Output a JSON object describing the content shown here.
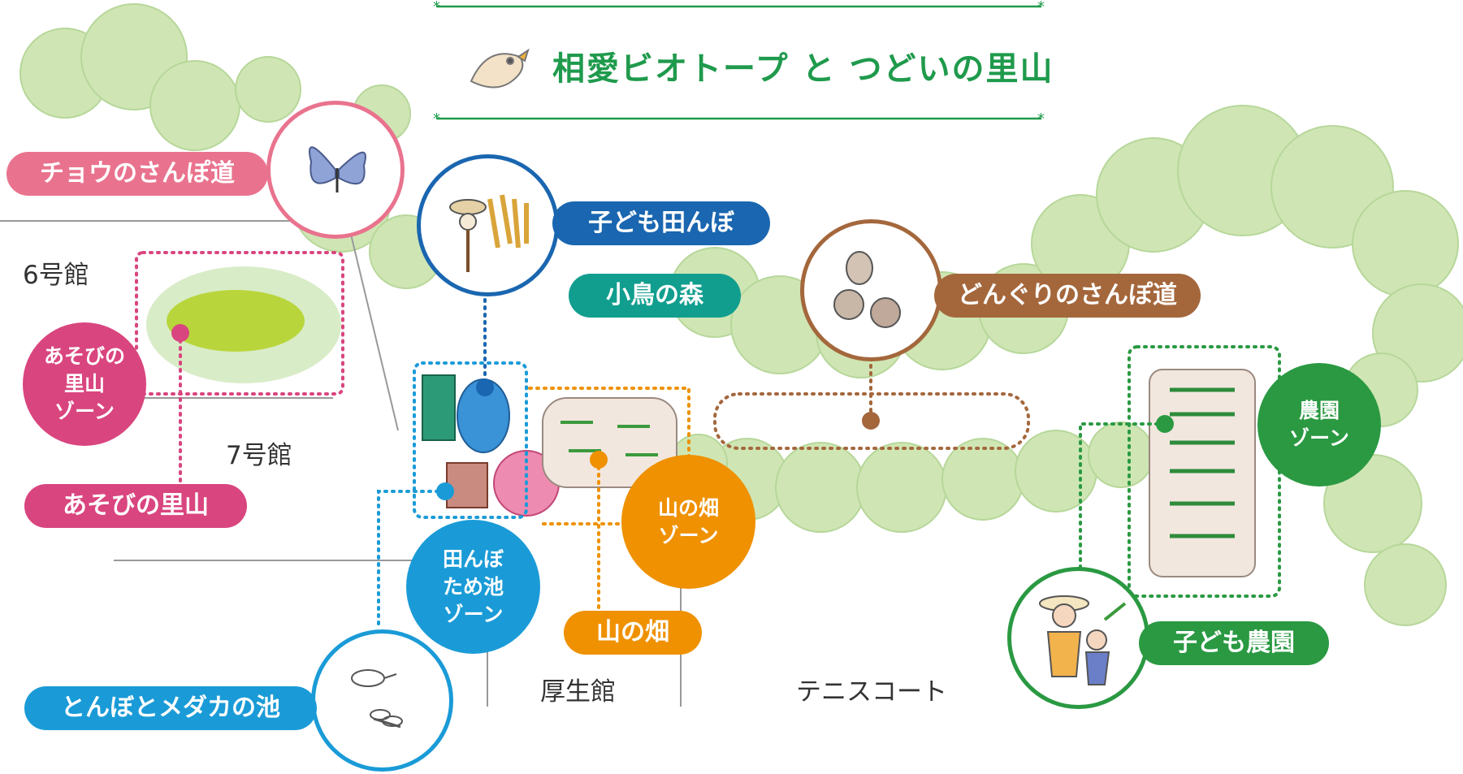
{
  "title": "相愛ビオトープ と つどいの里山",
  "colors": {
    "pink": "#e9738e",
    "magenta": "#d9457f",
    "dark_blue": "#1a66b0",
    "light_blue": "#1a9bd7",
    "teal": "#119e8f",
    "brown": "#a4673c",
    "orange": "#ef9100",
    "green": "#2a9942",
    "title_green": "#1f9a4c"
  },
  "labels": {
    "butterfly_path": "チョウのさんぽ道",
    "kids_rice_field": "子ども田んぼ",
    "bird_forest": "小鳥の森",
    "acorn_path": "どんぐりのさんぽ道",
    "play_satoyama": "あそびの里山",
    "mountain_field": "山の畑",
    "kids_farm": "子ども農園",
    "dragonfly_pond": "とんぼとメダカの池"
  },
  "zones": {
    "play": "あそびの\n里山\nゾーン",
    "pond": "田んぼ\nため池\nゾーン",
    "mountain": "山の畑\nゾーン",
    "farm": "農園\nゾーン"
  },
  "buildings": {
    "b6": "6号館",
    "b7": "7号館",
    "welfare": "厚生館",
    "tennis": "テニスコート"
  },
  "icons": [
    "bird-icon",
    "butterfly-icon",
    "scarecrow-icon",
    "acorn-icon",
    "dragonfly-medaka-icon",
    "farmers-icon"
  ]
}
